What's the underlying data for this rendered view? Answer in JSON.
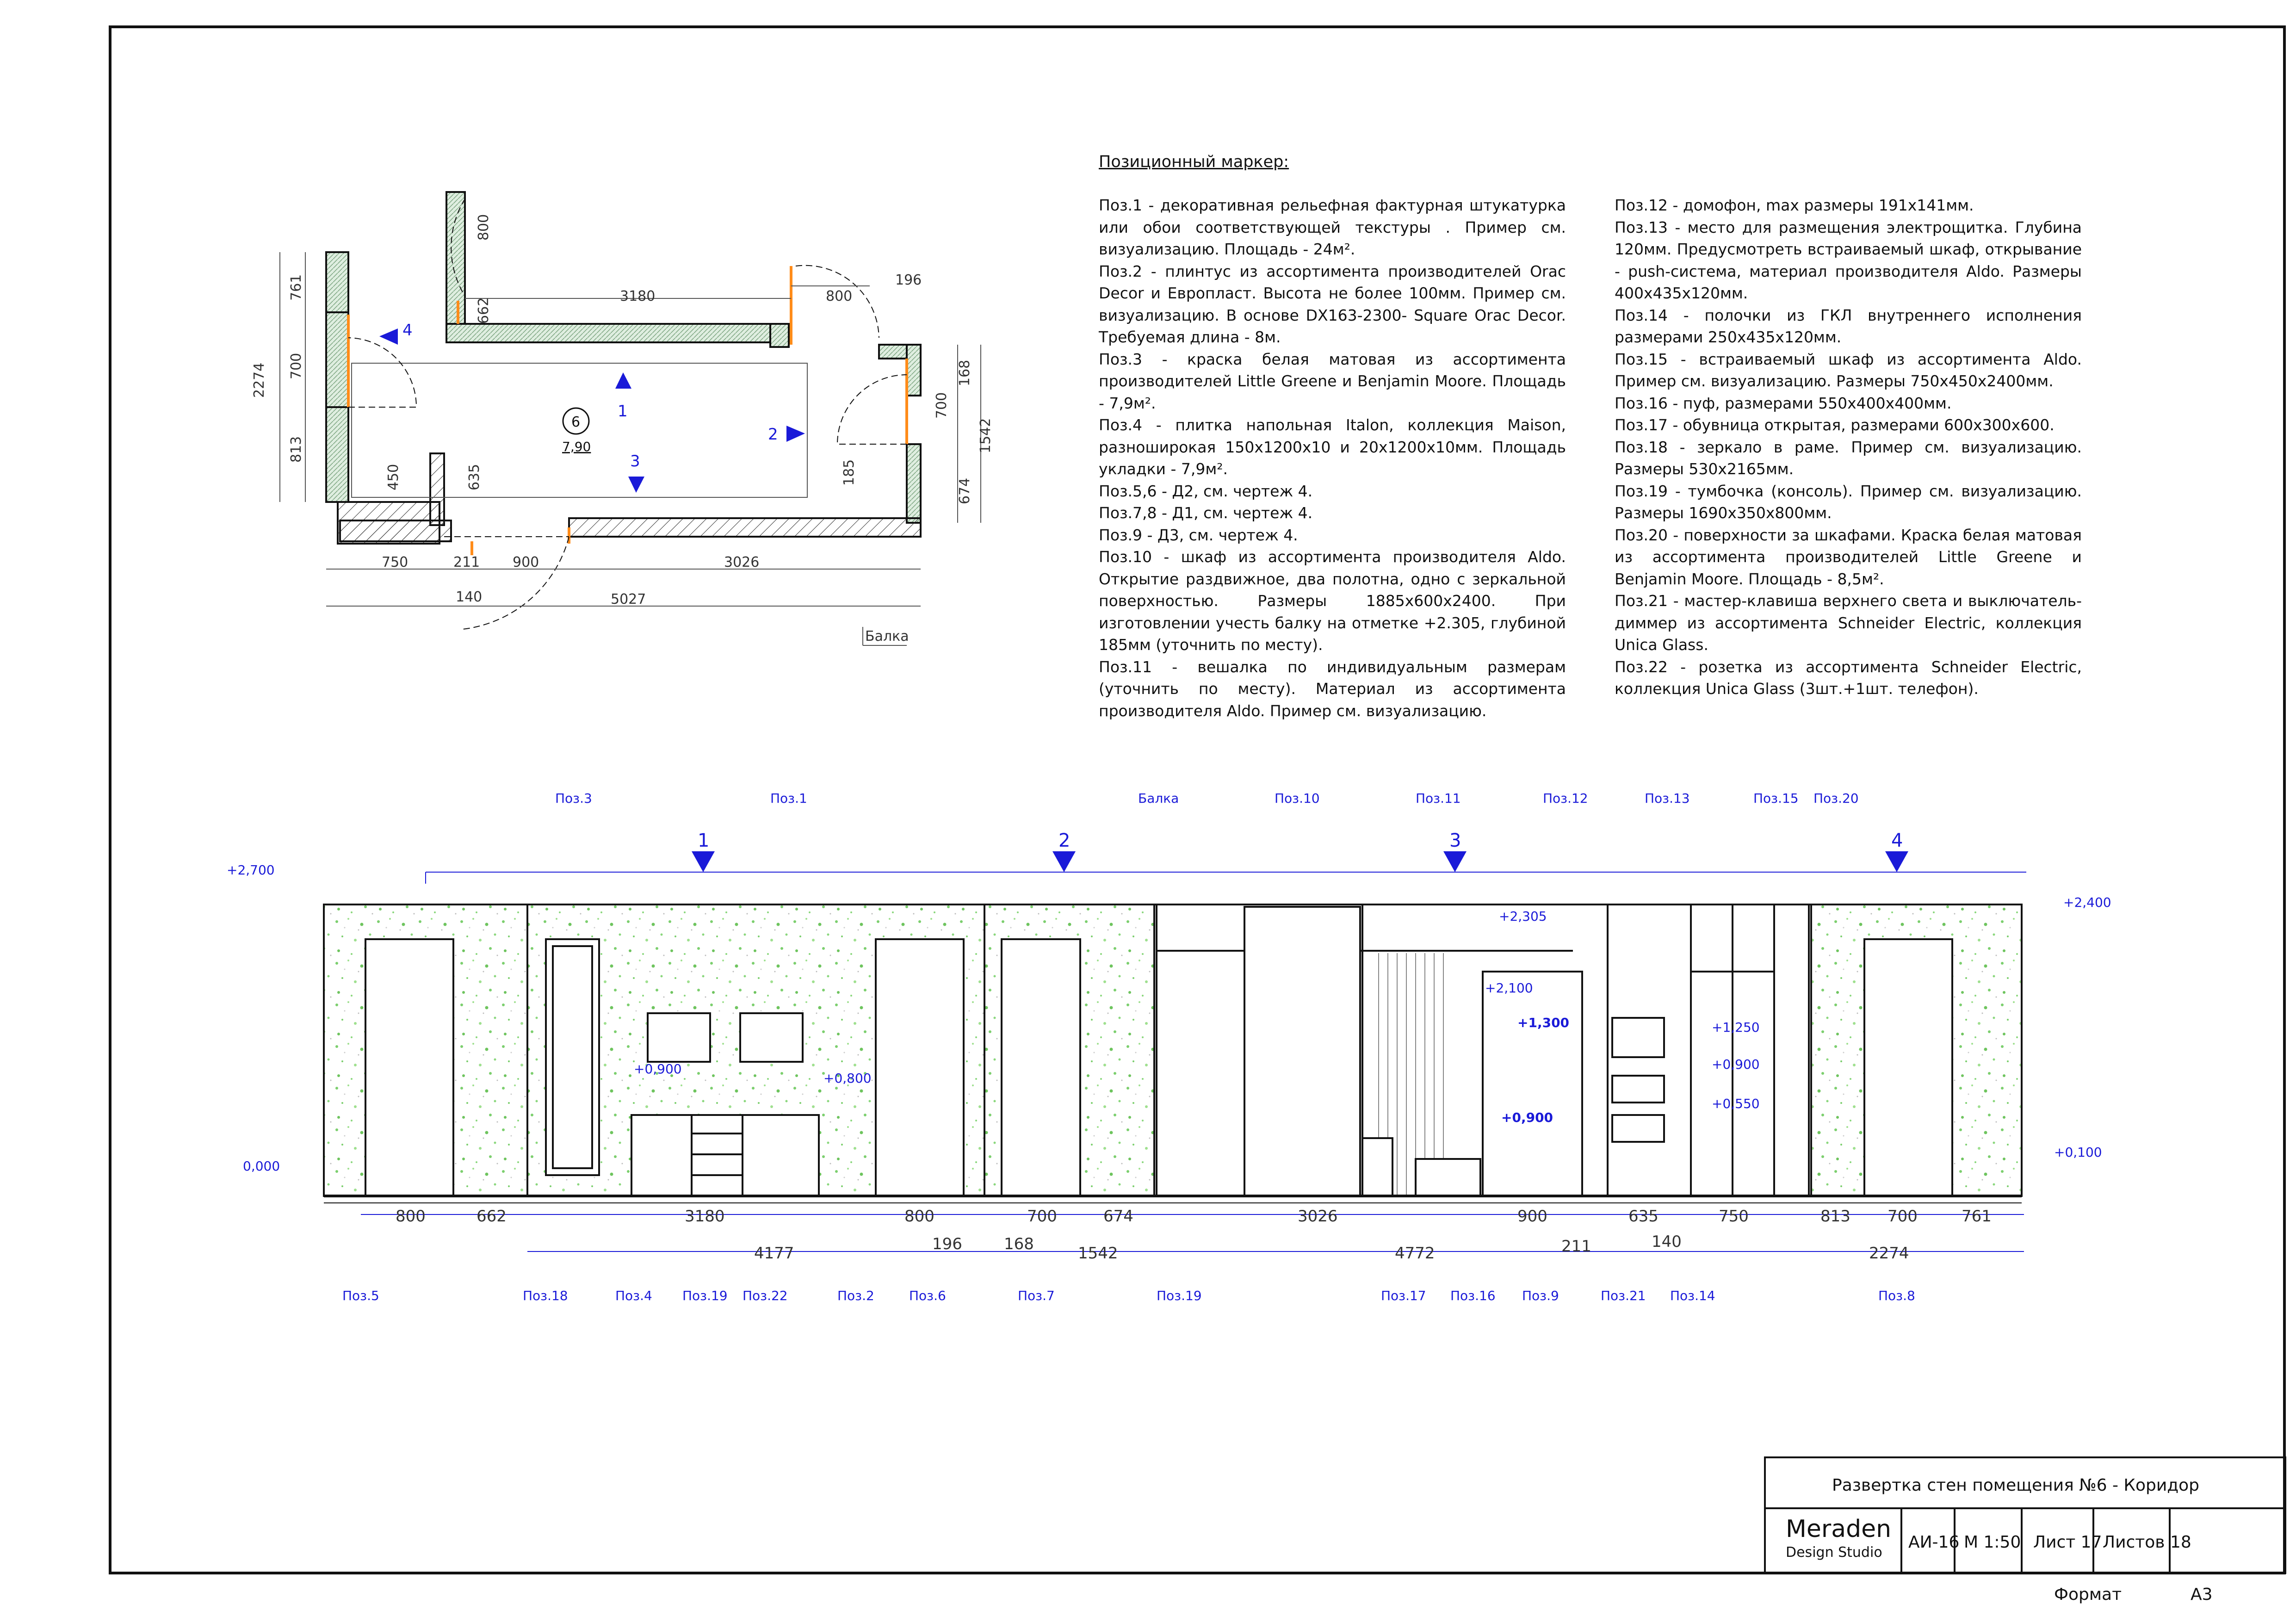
{
  "title_block": {
    "title": "Развертка стен помещения №6 - Коридор",
    "brand": "Meraden",
    "brand_sub": "Design Studio",
    "code": "АИ-16",
    "scale": "М 1:50",
    "sheet": "Лист 17",
    "sheets": "Листов 18",
    "format_label": "Формат",
    "format_value": "А3"
  },
  "notes": {
    "heading": "Позиционный маркер:",
    "left": [
      "Поз.1 - декоративная рельефная фактурная штукатурка или обои соответствующей текстуры . Пример см. визуализацию. Площадь - 24м².",
      "Поз.2 - плинтус из ассортимента производителей Orac Decor и Европласт. Высота не более 100мм. Пример см. визуализацию. В основе DX163-2300- Square Orac Decor. Требуемая длина - 8м.",
      "Поз.3 - краска белая матовая из ассортимента производителей Little Greene и Benjamin Moore. Площадь - 7,9м².",
      "Поз.4 - плитка напольная Italon, коллекция Maison, разноширокая 150х1200х10 и 20х1200х10мм. Площадь укладки - 7,9м².",
      "Поз.5,6 - Д2, см. чертеж 4.",
      "Поз.7,8 - Д1, см. чертеж 4.",
      "Поз.9 - Д3, см. чертеж 4.",
      "Поз.10 - шкаф из ассортимента производителя Aldo. Открытие раздвижное, два полотна, одно с зеркальной поверхностью. Размеры 1885х600х2400. При изготовлении учесть балку на отметке +2.305, глубиной 185мм (уточнить по месту).",
      "Поз.11 - вешалка по индивидуальным размерам (уточнить по месту). Материал из ассортимента производителя Aldo. Пример см. визуализацию."
    ],
    "right": [
      "Поз.12 - домофон, max размеры 191х141мм.",
      "Поз.13 - место для размещения электрощитка. Глубина 120мм. Предусмотреть встраиваемый шкаф, открывание - push-система, материал производителя Aldo. Размеры 400х435х120мм.",
      "Поз.14 - полочки из ГКЛ внутреннего исполнения размерами 250х435х120мм.",
      "Поз.15 - встраиваемый шкаф из ассортимента Aldo. Пример см. визуализацию. Размеры 750х450х2400мм.",
      "Поз.16 - пуф, размерами 550х400х400мм.",
      "Поз.17 - обувница открытая, размерами 600х300х600.",
      "Поз.18 - зеркало в раме. Пример см. визуализацию. Размеры 530х2165мм.",
      "Поз.19 - тумбочка (консоль). Пример см. визуализацию. Размеры 1690х350х800мм.",
      "Поз.20 - поверхности за шкафами. Краска белая матовая из ассортимента производителей Little Greene и Benjamin Moore. Площадь - 8,5м².",
      "Поз.21 - мастер-клавиша верхнего света и выключатель-диммер из ассортимента Schneider Electric, коллекция Unica Glass.",
      "Поз.22 - розетка из ассортимента Schneider Electric, коллекция Unica Glass (3шт.+1шт. телефон)."
    ]
  },
  "plan": {
    "room_number": "6",
    "room_area": "7,90",
    "arrows": [
      "1",
      "2",
      "3",
      "4"
    ],
    "dims": {
      "top_3180": "3180",
      "top_800": "800",
      "top_196": "196",
      "left_2274": "2274",
      "left_761": "761",
      "left_700": "700",
      "left_813": "813",
      "in_450": "450",
      "in_635": "635",
      "in_662": "662",
      "top_door_800": "800",
      "right_1542": "1542",
      "right_168": "168",
      "right_700": "700",
      "right_674": "674",
      "in_185": "185",
      "bot_750": "750",
      "bot_211": "211",
      "bot_900": "900",
      "bot_3026": "3026",
      "bot_140": "140",
      "bot_5027": "5027",
      "beam": "Балка"
    }
  },
  "elevation": {
    "walls": [
      "1",
      "2",
      "3",
      "4"
    ],
    "levels": {
      "l2700": "+2,700",
      "l2400": "+2,400",
      "l0": "0,000",
      "l0100": "+0,100",
      "l0900": "+0,900",
      "l0800": "+0,800",
      "l2305": "+2,305",
      "l2100": "+2,100",
      "l1300": "+1,300",
      "l0900b": "+0,900",
      "l1250": "+1,250",
      "l0900c": "+0,900",
      "l0550": "+0,550"
    },
    "top_labels": [
      "Поз.3",
      "Поз.1",
      "Балка",
      "Поз.10",
      "Поз.11",
      "Поз.12",
      "Поз.13",
      "Поз.15",
      "Поз.20"
    ],
    "bottom_labels": [
      "Поз.5",
      "Поз.18",
      "Поз.4",
      "Поз.19",
      "Поз.22",
      "Поз.2",
      "Поз.6",
      "Поз.7",
      "Поз.19",
      "Поз.17",
      "Поз.16",
      "Поз.9",
      "Поз.21",
      "Поз.14",
      "Поз.8"
    ],
    "dims_row1": [
      "800",
      "662",
      "3180",
      "800",
      "700",
      "674",
      "3026",
      "900",
      "635",
      "750",
      "813",
      "700",
      "761"
    ],
    "dims_row2": [
      "4177",
      "196",
      "168",
      "1542",
      "4772",
      "211",
      "140",
      "2274"
    ]
  }
}
